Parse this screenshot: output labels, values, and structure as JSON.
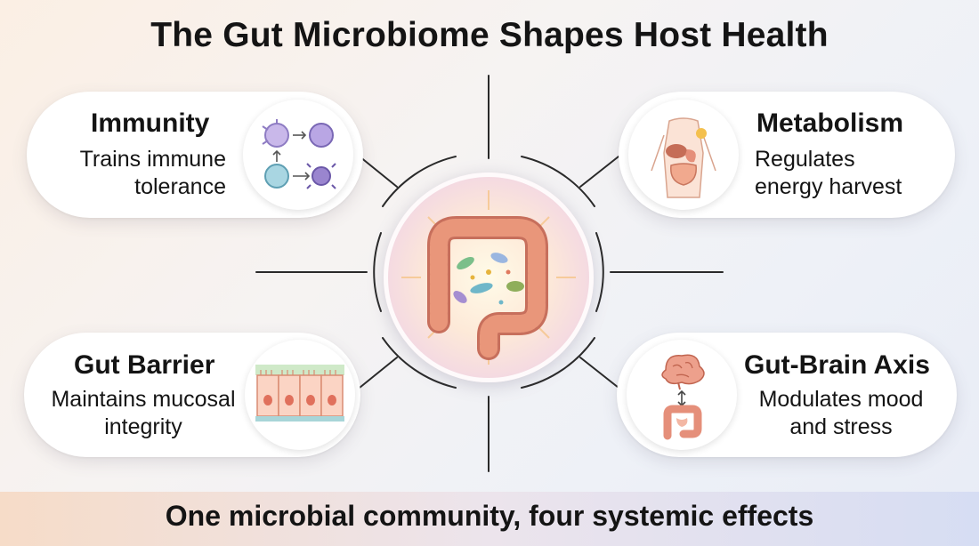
{
  "title": "The Gut Microbiome Shapes Host Health",
  "center": {
    "icon": "colon-with-bacteria-icon"
  },
  "cards": {
    "immunity": {
      "title": "Immunity",
      "desc_line1": "Trains immune",
      "desc_line2": "tolerance",
      "icon": "immune-cells-icon"
    },
    "metabolism": {
      "title": "Metabolism",
      "desc_line1": "Regulates",
      "desc_line2": "energy harvest",
      "icon": "body-digestive-organs-icon"
    },
    "gut_barrier": {
      "title": "Gut Barrier",
      "desc_line1": "Maintains mucosal",
      "desc_line2": "integrity",
      "icon": "epithelial-barrier-icon"
    },
    "gut_brain": {
      "title": "Gut-Brain Axis",
      "desc_line1": "Modulates mood",
      "desc_line2": "and stress",
      "icon": "brain-gut-axis-icon"
    }
  },
  "footer": "One microbial community, four systemic effects",
  "colors": {
    "intestine": "#e9967a",
    "accent_purple": "#8e7cc3",
    "accent_orange": "#f4a261",
    "footer_left": "#f6dcc8",
    "footer_right": "#d6ddf3"
  }
}
